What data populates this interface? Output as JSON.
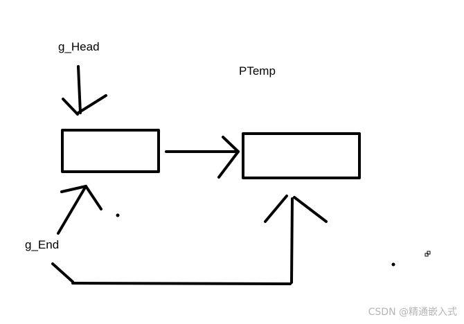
{
  "labels": {
    "head_pointer": "g_Head",
    "temp_pointer": "PTemp",
    "end_pointer": "g_End"
  },
  "watermark": "CSDN @精通嵌入式",
  "colors": {
    "ink": "#000000",
    "background": "#ffffff",
    "watermark": "#b5b5b5"
  }
}
